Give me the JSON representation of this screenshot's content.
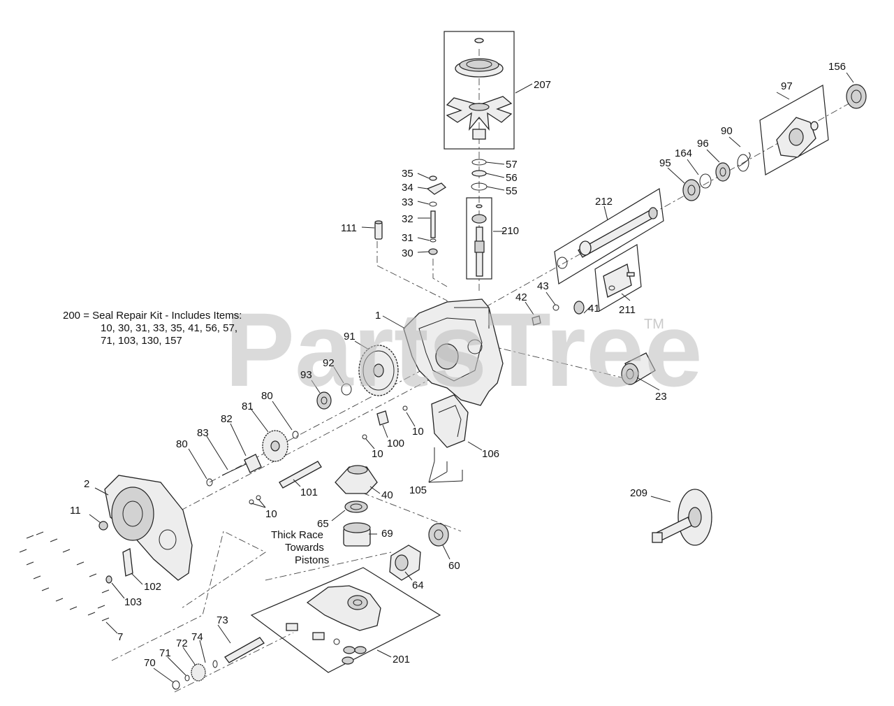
{
  "note": {
    "lines": [
      "200 = Seal Repair Kit - Includes Items:",
      "10, 30, 31, 33, 35, 41, 56, 57,",
      "71, 103, 130, 157"
    ]
  },
  "annotation": {
    "lines": [
      "Thick Race",
      "Towards",
      "Pistons"
    ]
  },
  "watermark": {
    "text": "PartsTree",
    "tm": "TM"
  },
  "callouts": {
    "c207": "207",
    "c156": "156",
    "c97": "97",
    "c90": "90",
    "c96": "96",
    "c164": "164",
    "c95": "95",
    "c57": "57",
    "c56": "56",
    "c55": "55",
    "c35": "35",
    "c34": "34",
    "c33": "33",
    "c32": "32",
    "c31": "31",
    "c30": "30",
    "c111": "111",
    "c210": "210",
    "c212": "212",
    "c43": "43",
    "c42": "42",
    "c211": "211",
    "c41": "41",
    "c1": "1",
    "c91": "91",
    "c92": "92",
    "c93": "93",
    "c23": "23",
    "c80a": "80",
    "c81": "81",
    "c82": "82",
    "c83": "83",
    "c80b": "80",
    "c100": "100",
    "c10a": "10",
    "c10b": "10",
    "c106": "106",
    "c105": "105",
    "c2": "2",
    "c11": "11",
    "c101": "101",
    "c40": "40",
    "c10c": "10",
    "c65": "65",
    "c69": "69",
    "c60": "60",
    "c64": "64",
    "c209": "209",
    "c102": "102",
    "c103": "103",
    "c7": "7",
    "c73": "73",
    "c74": "74",
    "c72": "72",
    "c71": "71",
    "c70": "70",
    "c201": "201"
  }
}
